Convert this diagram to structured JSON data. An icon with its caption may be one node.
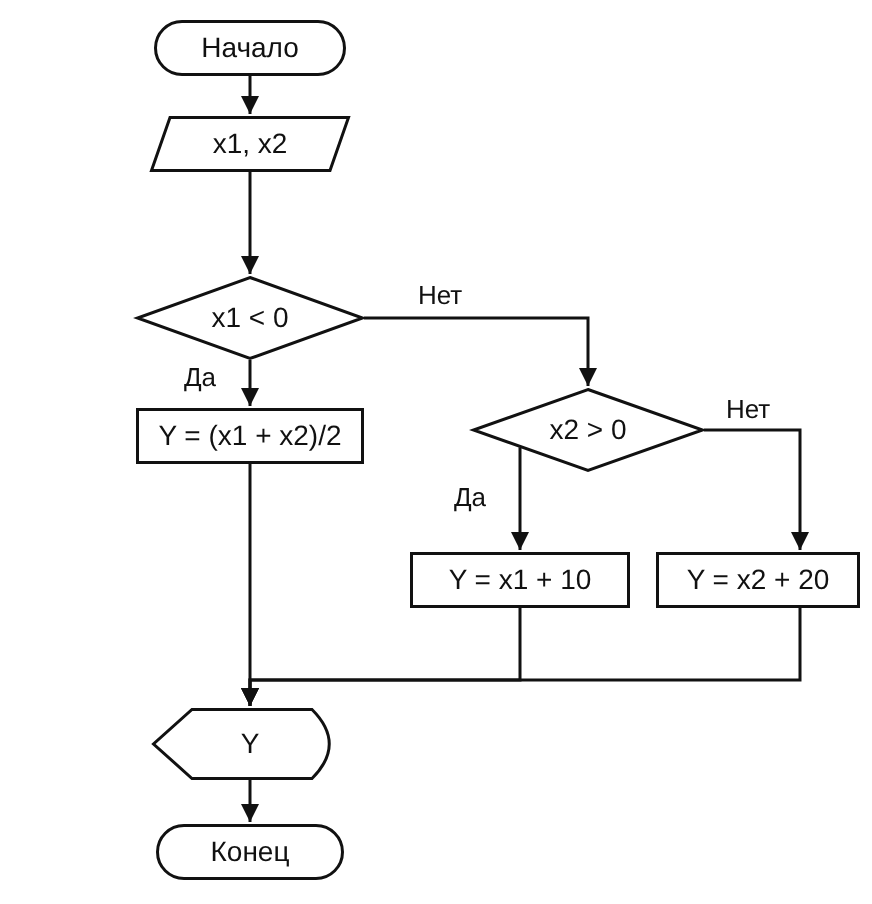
{
  "diagram": {
    "nodes": [
      {
        "text": [
          "Начало"
        ]
      },
      {
        "text": [
          "x1, x2"
        ]
      },
      {
        "text": [
          "x1 < 0"
        ]
      },
      {
        "text": [
          "Y = (x1 + x2)/2"
        ]
      },
      {
        "text": [
          "x2 > 0"
        ]
      },
      {
        "text": [
          "Y = x1 + 10"
        ]
      },
      {
        "text": [
          "Y = x2 + 20"
        ]
      },
      {
        "text": [
          "Y"
        ]
      },
      {
        "text": [
          "Конец"
        ]
      }
    ],
    "edges": [
      {
        "from": 0,
        "to": 1,
        "arrow": "to"
      },
      {
        "from": 1,
        "to": 2,
        "arrow": "to"
      },
      {
        "from": 2,
        "to": 3,
        "arrow": "to",
        "label": "Да"
      },
      {
        "from": 2,
        "to": 4,
        "arrow": "to",
        "label": "Нет"
      },
      {
        "from": 4,
        "to": 5,
        "arrow": "to",
        "label": "Да"
      },
      {
        "from": 4,
        "to": 6,
        "arrow": "to",
        "label": "Нет"
      },
      {
        "from": 3,
        "to": 7,
        "arrow": "to"
      },
      {
        "from": 5,
        "to": 7,
        "arrow": "to"
      },
      {
        "from": 6,
        "to": 7,
        "arrow": "to"
      },
      {
        "from": 7,
        "to": 8,
        "arrow": "to"
      }
    ]
  }
}
